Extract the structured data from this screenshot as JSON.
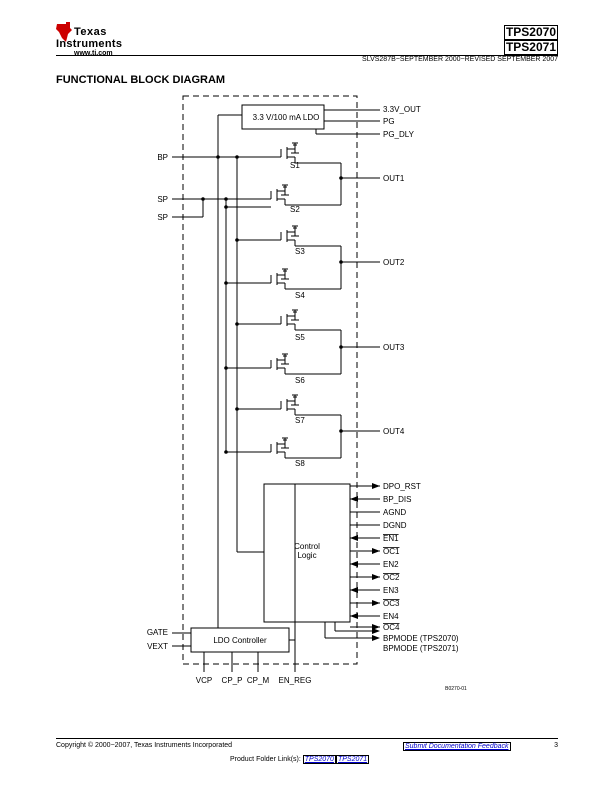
{
  "header": {
    "brand_line1": "Texas",
    "brand_line2": "Instruments",
    "website": "www.ti.com",
    "part_1": "TPS2070",
    "part_2": "TPS2071",
    "doc_id": "SLVS287B−SEPTEMBER 2000−REVISED SEPTEMBER 2007"
  },
  "title": "FUNCTIONAL BLOCK DIAGRAM",
  "diagram": {
    "ldo_block": "3.3 V/100 mA LDO",
    "control_line1": "Control",
    "control_line2": "Logic",
    "ldo_controller": "LDO Controller",
    "left_pins": [
      "BP",
      "SP",
      "SP",
      "GATE",
      "VEXT"
    ],
    "ldo_outputs": [
      "3.3V_OUT",
      "PG",
      "PG_DLY"
    ],
    "switches": [
      "S1",
      "S2",
      "S3",
      "S4",
      "S5",
      "S6",
      "S7",
      "S8"
    ],
    "outputs": [
      "OUT1",
      "OUT2",
      "OUT3",
      "OUT4"
    ],
    "control_pins": [
      "DPO_RST",
      "BP_DIS",
      "AGND",
      "DGND",
      "EN1",
      "OC1",
      "EN2",
      "OC2",
      "EN3",
      "OC3",
      "EN4",
      "OC4",
      "BPMODE (TPS2070)",
      "BPMODE (TPS2071)"
    ],
    "bottom_pins": [
      "VCP",
      "CP_P",
      "CP_M",
      "EN_REG"
    ],
    "figure_id": "B0270-01"
  },
  "footer": {
    "copyright": "Copyright © 2000−2007, Texas Instruments Incorporated",
    "feedback": "Submit Documentation Feedback",
    "page": "3",
    "product_folder": "Product Folder Link(s):",
    "link1": "TPS2070",
    "link2": "TPS2071"
  }
}
